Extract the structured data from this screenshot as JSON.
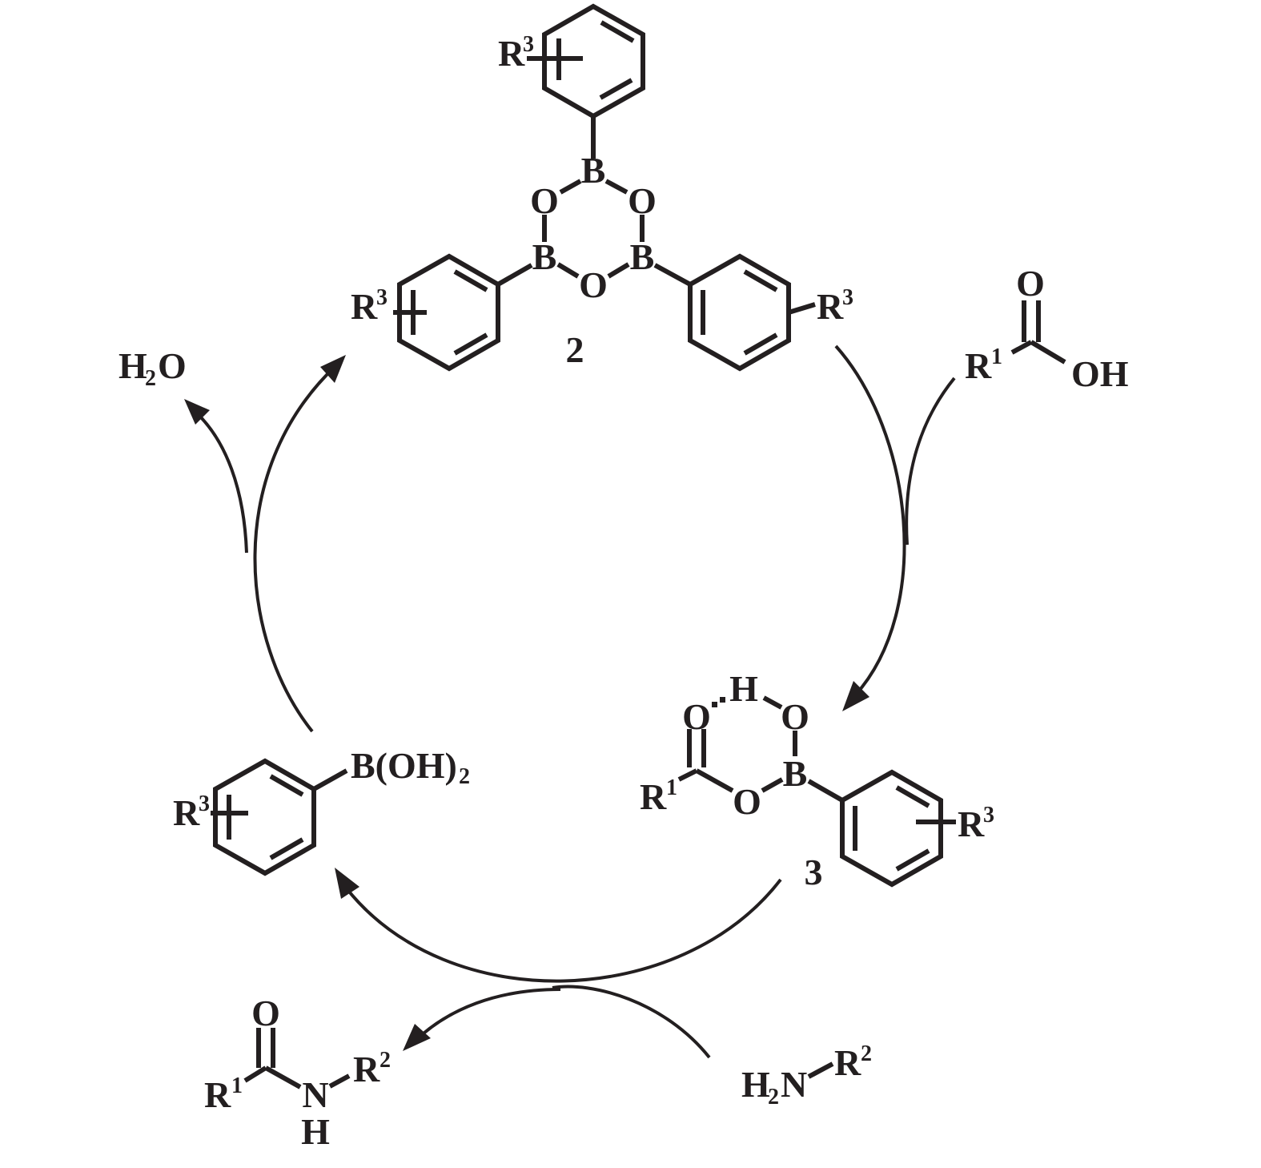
{
  "atoms": {
    "boron": "B",
    "oxygen": "O",
    "nitrogen": "N",
    "hydrogen": "H",
    "R": "R",
    "one": "1",
    "two": "2",
    "three": "3",
    "OH": "OH",
    "B_OH2_prefix": "B(OH)",
    "B_OH2_sub": "2"
  },
  "compounds": {
    "boroxine_number": "2",
    "intermediate_number": "3",
    "water_H": "H",
    "water_sub": "2",
    "water_O": "O",
    "amine_H": "H",
    "amine_sub": "2",
    "amine_N": "N"
  }
}
